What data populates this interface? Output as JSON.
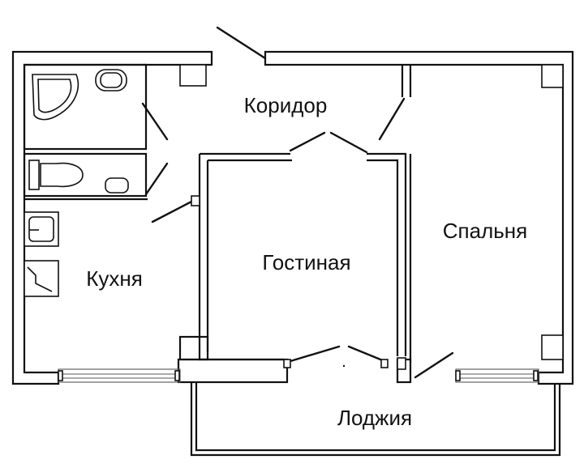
{
  "plan": {
    "rooms": {
      "corridor": "Коридор",
      "living": "Гостиная",
      "bedroom": "Спальня",
      "kitchen": "Кухня",
      "loggia": "Лоджия"
    }
  }
}
